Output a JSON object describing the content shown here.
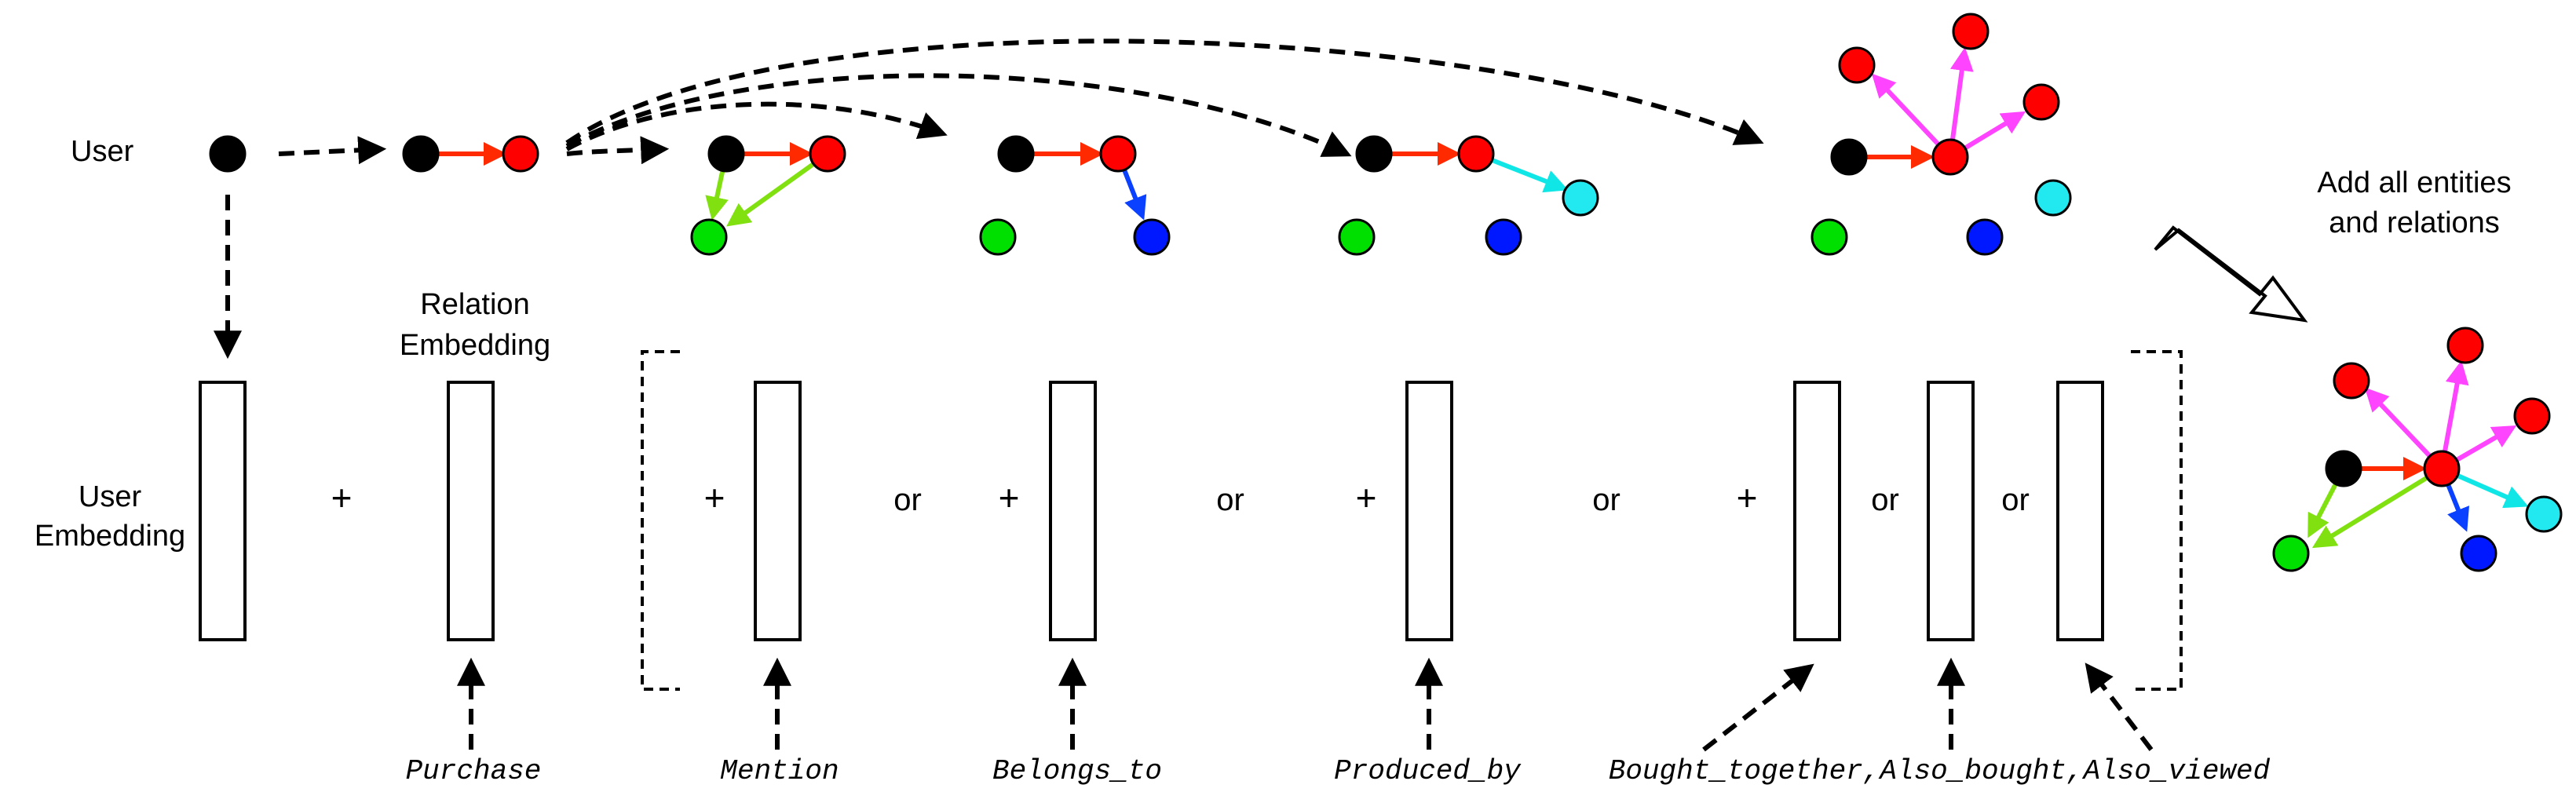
{
  "labels": {
    "user": "User",
    "user_embedding_line1": "User",
    "user_embedding_line2": "Embedding",
    "relation_embedding_line1": "Relation",
    "relation_embedding_line2": "Embedding",
    "add_all_line1": "Add all entities",
    "add_all_line2": "and relations"
  },
  "operators": {
    "plus": "+",
    "or": "or"
  },
  "relations": {
    "purchase": "Purchase",
    "mention": "Mention",
    "belongs_to": "Belongs_to",
    "produced_by": "Produced_by",
    "bought_together_group": "Bought_together,Also_bought,Also_viewed"
  },
  "colors": {
    "user_node": "#000000",
    "item_node": "#ff0000",
    "word_node": "#00e000",
    "category_node": "#0018ff",
    "brand_node": "#22e8f0",
    "related_item_node": "#ff0000",
    "purchase_edge": "#ff2a00",
    "mention_edge": "#80e010",
    "belongs_edge": "#0a40ff",
    "produced_edge": "#10e6e6",
    "related_edge": "#ff44ff"
  }
}
